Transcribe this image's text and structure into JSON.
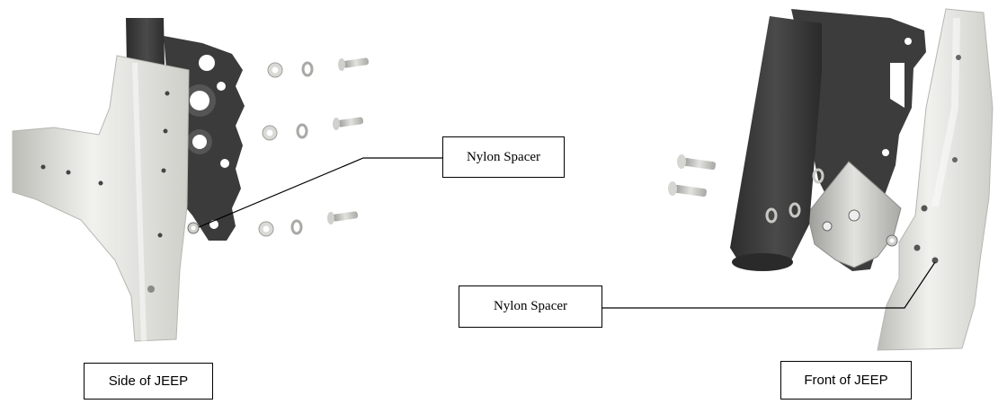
{
  "callouts": {
    "side_spacer": "Nylon Spacer",
    "front_spacer": "Nylon Spacer"
  },
  "captions": {
    "side": "Side of JEEP",
    "front": "Front of JEEP"
  },
  "colors": {
    "bracket_dark": "#3a3a3a",
    "panel_light": "#e6e6e2",
    "hardware": "#d8d8d4",
    "leader_line": "#000000"
  }
}
